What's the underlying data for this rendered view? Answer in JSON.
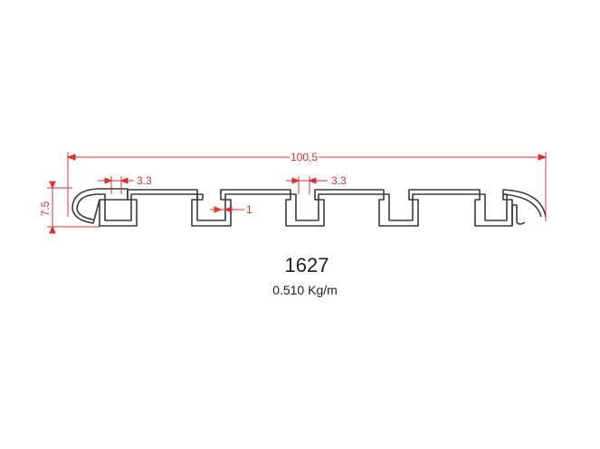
{
  "colors": {
    "profile": "#3a3a3a",
    "dimension": "#e0302f",
    "text": "#222222"
  },
  "dimensions": {
    "overall_width": "100,5",
    "height": "7.5",
    "slot_width_left": "3.3",
    "slot_width_middle": "3.3",
    "wall": "1"
  },
  "profile": {
    "code": "1627",
    "weight": "0.510 Kg/m"
  }
}
